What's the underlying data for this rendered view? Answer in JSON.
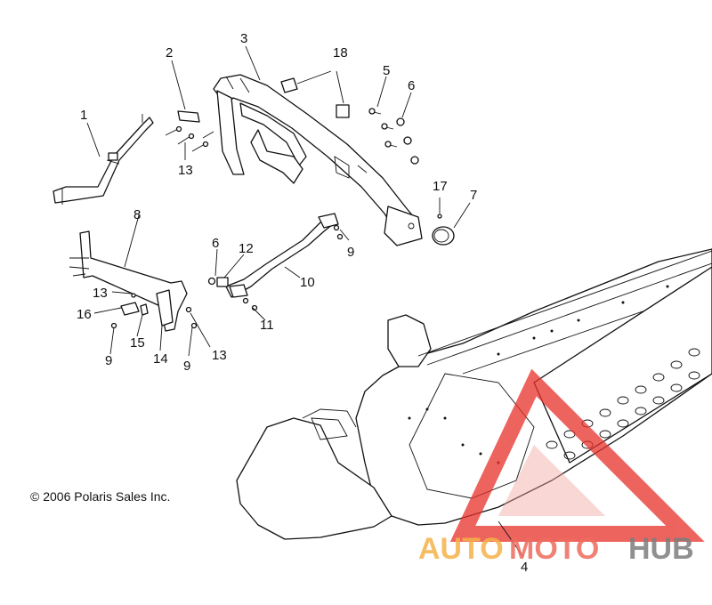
{
  "copyright": "© 2006 Polaris Sales Inc.",
  "watermark": {
    "part1": "AUTO",
    "part2": "MOTO",
    "part3": "HUB"
  },
  "callouts": [
    "1",
    "2",
    "3",
    "18",
    "5",
    "6",
    "13",
    "17",
    "7",
    "8",
    "6",
    "12",
    "9",
    "10",
    "13",
    "16",
    "15",
    "14",
    "9",
    "13",
    "11",
    "4"
  ],
  "colors": {
    "watermark_red": "#e8312a",
    "watermark_orange": "#f6b24a",
    "watermark_grey": "#7d7d7d",
    "line": "#111111"
  }
}
